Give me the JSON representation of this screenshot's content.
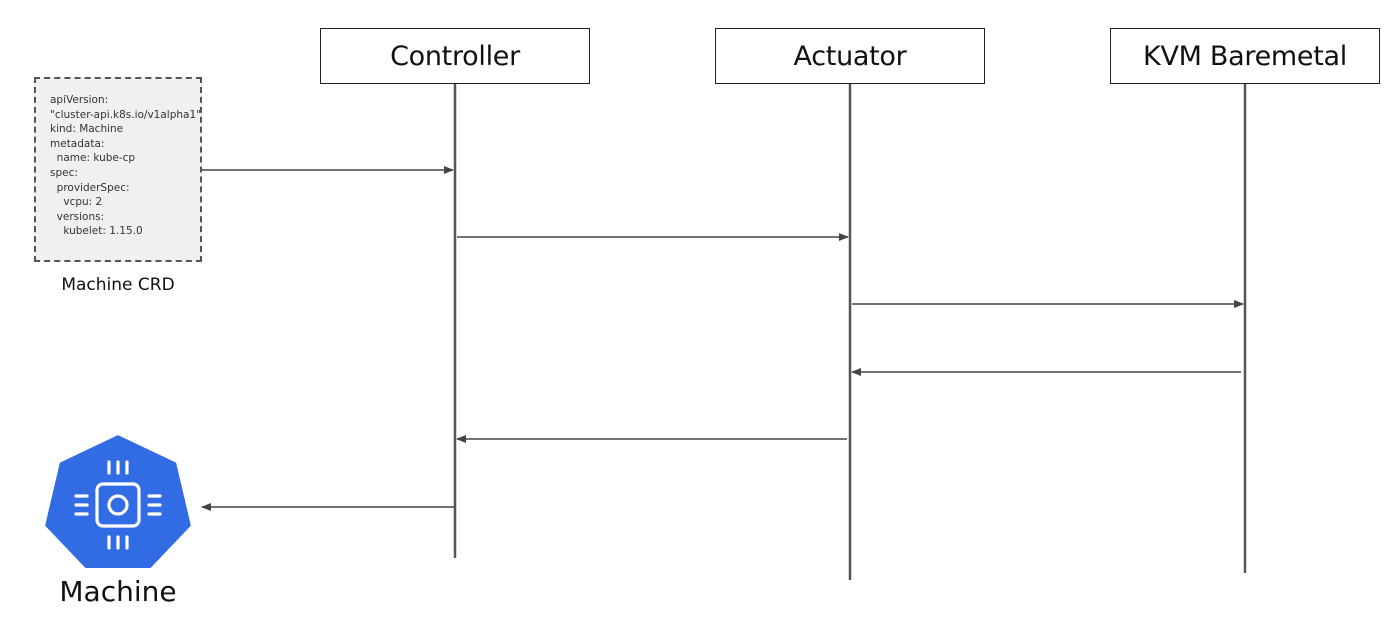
{
  "actors": [
    {
      "id": "controller",
      "label": "Controller"
    },
    {
      "id": "actuator",
      "label": "Actuator"
    },
    {
      "id": "kvm",
      "label": "KVM Baremetal"
    }
  ],
  "crd": {
    "lines": [
      "apiVersion:",
      "\"cluster-api.k8s.io/v1alpha1\"",
      "kind: Machine",
      "metadata:",
      "  name: kube-cp",
      "spec:",
      "  providerSpec:",
      "    vcpu: 2",
      "  versions:",
      "    kubelet: 1.15.0"
    ],
    "caption": "Machine CRD"
  },
  "machine": {
    "label": "Machine",
    "icon": "chip-icon",
    "color": "#326ce5"
  },
  "messages": [
    {
      "from": "machine-crd",
      "to": "controller"
    },
    {
      "from": "controller",
      "to": "actuator"
    },
    {
      "from": "actuator",
      "to": "kvm"
    },
    {
      "from": "kvm",
      "to": "actuator"
    },
    {
      "from": "actuator",
      "to": "controller"
    },
    {
      "from": "controller",
      "to": "machine"
    }
  ],
  "colors": {
    "line": "#444444",
    "box_border": "#222222",
    "crd_background": "#f0f0f0"
  }
}
